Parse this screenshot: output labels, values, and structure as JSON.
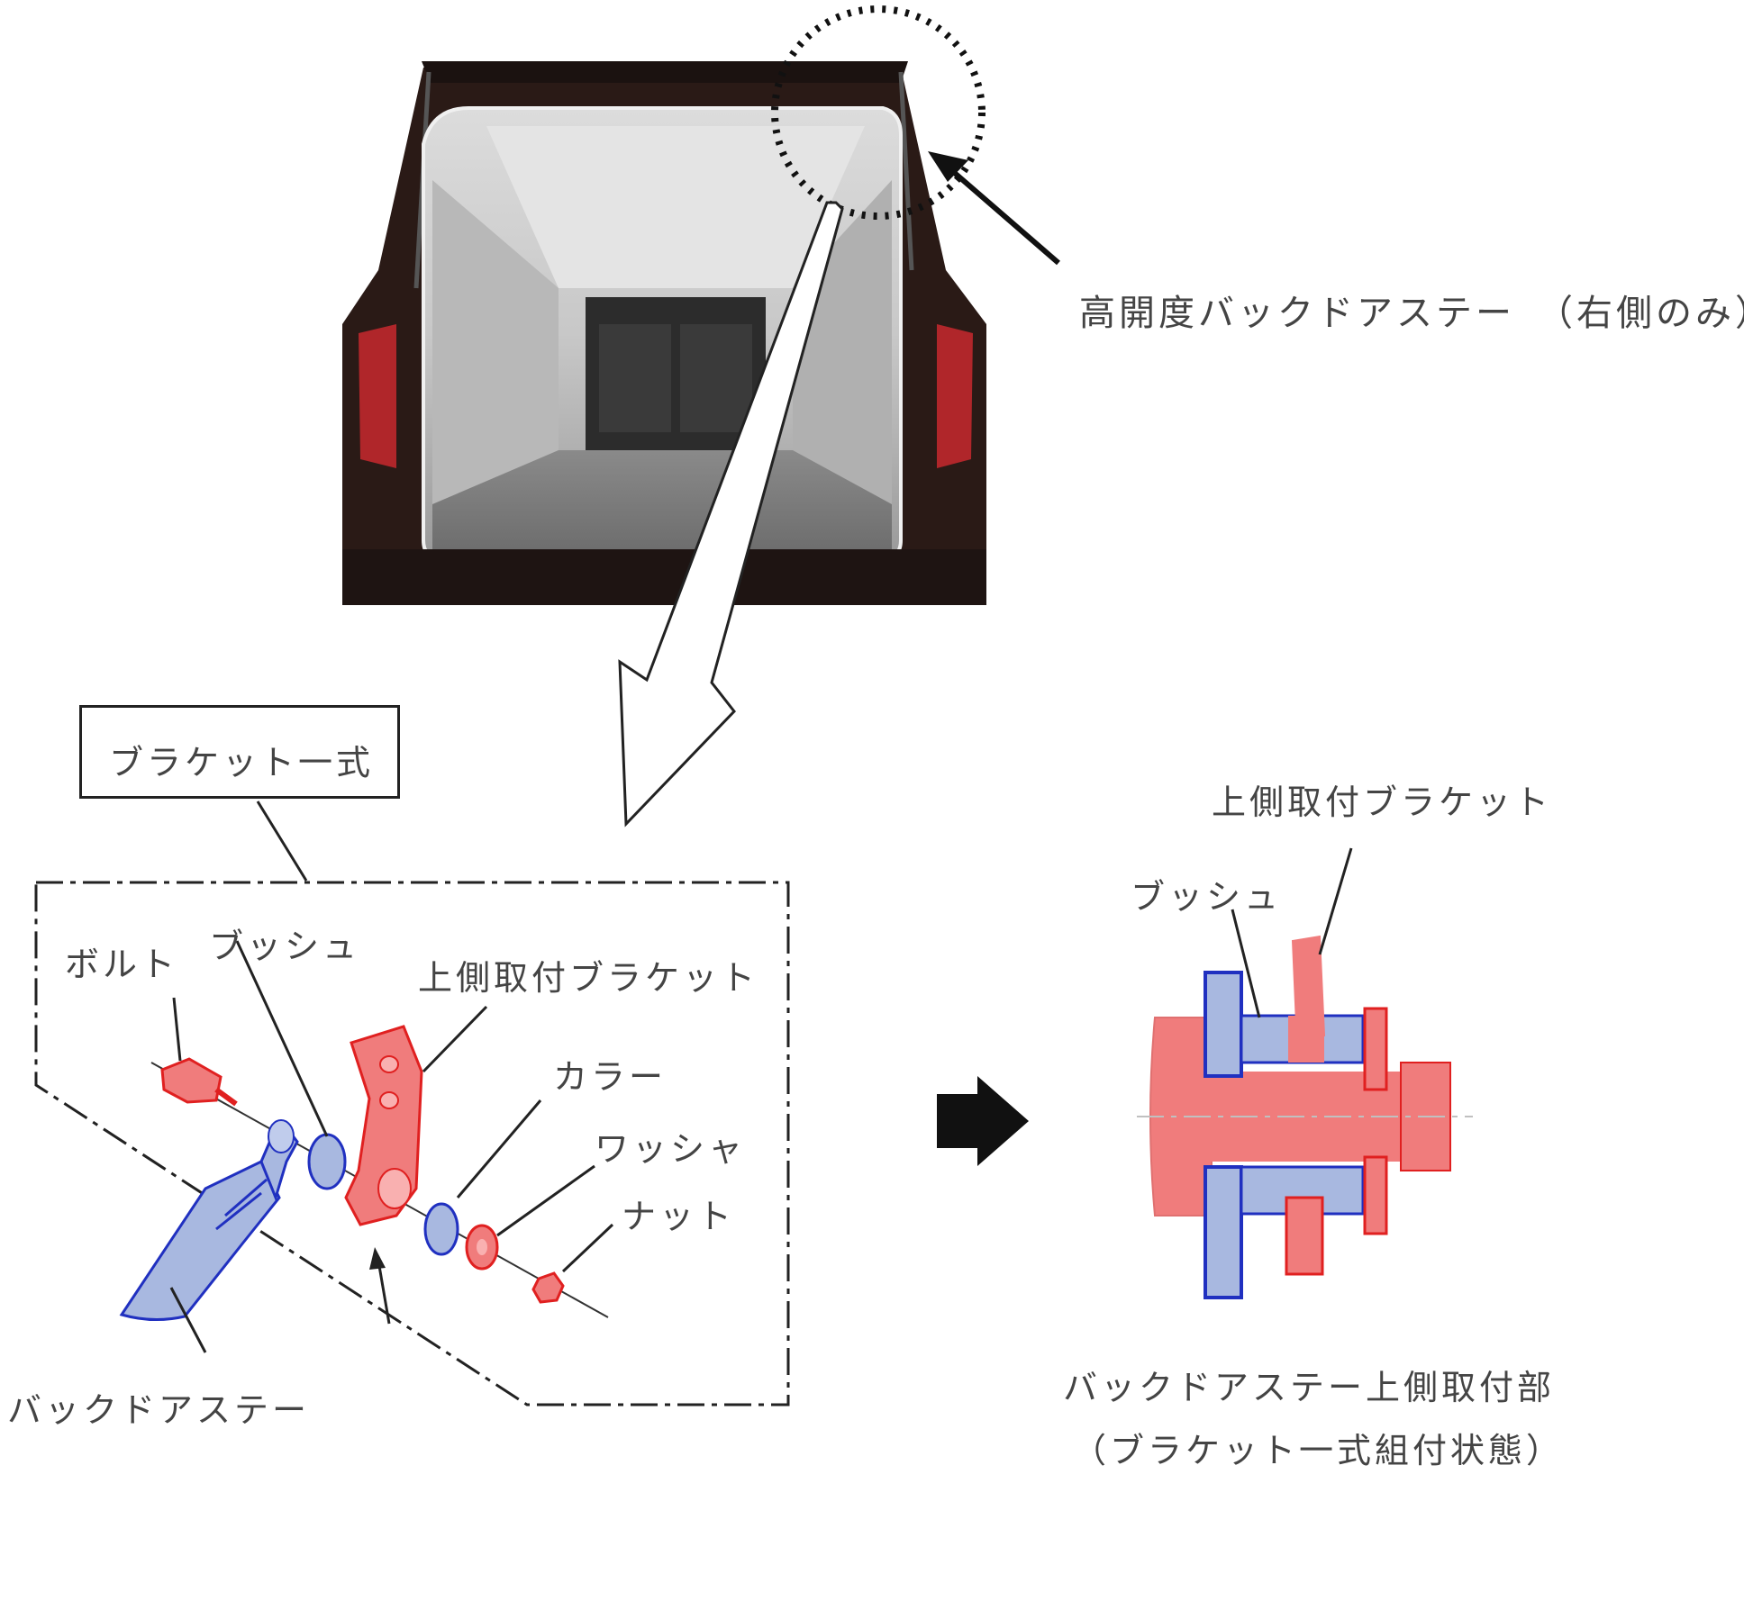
{
  "top": {
    "callout": "高開度バックドアステー　（右側のみ）"
  },
  "exploded": {
    "group_label": "ブラケット一式",
    "parts": {
      "bolt": "ボルト",
      "bush": "ブッシュ",
      "upper_bracket": "上側取付ブラケット",
      "collar": "カラー",
      "washer": "ワッシャ",
      "nut": "ナット",
      "stay": "バックドアステー"
    }
  },
  "section": {
    "upper_bracket": "上側取付ブラケット",
    "bush": "ブッシュ",
    "caption_line1": "バックドアステー上側取付部",
    "caption_line2": "（ブラケット一式組付状態）"
  },
  "colors": {
    "red_part": "#f07c7c",
    "red_edge": "#e02020",
    "blue_part": "#a8b8e0",
    "blue_edge": "#2030c0"
  }
}
